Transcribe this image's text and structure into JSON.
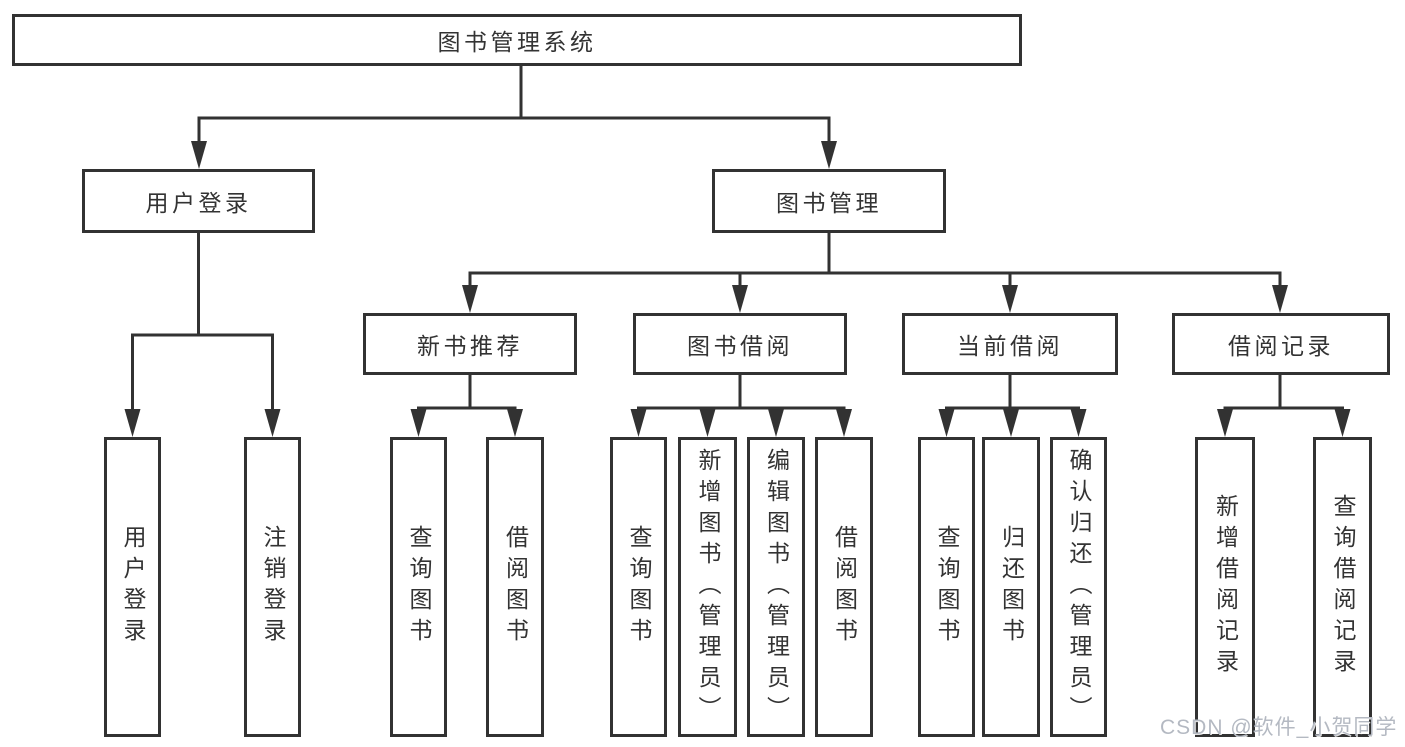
{
  "watermark": "CSDN @软件_小贺同学",
  "colors": {
    "line": "#323232",
    "text": "#333333",
    "background": "#ffffff",
    "watermark": "#b4b9c2"
  },
  "tree": {
    "label": "图书管理系统",
    "children": [
      {
        "label": "用户登录",
        "children": [
          {
            "label": "用户登录"
          },
          {
            "label": "注销登录"
          }
        ]
      },
      {
        "label": "图书管理",
        "children": [
          {
            "label": "新书推荐",
            "children": [
              {
                "label": "查询图书"
              },
              {
                "label": "借阅图书"
              }
            ]
          },
          {
            "label": "图书借阅",
            "children": [
              {
                "label": "查询图书"
              },
              {
                "label": "新增图书（管理员）"
              },
              {
                "label": "编辑图书（管理员）"
              },
              {
                "label": "借阅图书"
              }
            ]
          },
          {
            "label": "当前借阅",
            "children": [
              {
                "label": "查询图书"
              },
              {
                "label": "归还图书"
              },
              {
                "label": "确认归还（管理员）"
              }
            ]
          },
          {
            "label": "借阅记录",
            "children": [
              {
                "label": "新增借阅记录"
              },
              {
                "label": "查询借阅记录"
              }
            ]
          }
        ]
      }
    ]
  }
}
